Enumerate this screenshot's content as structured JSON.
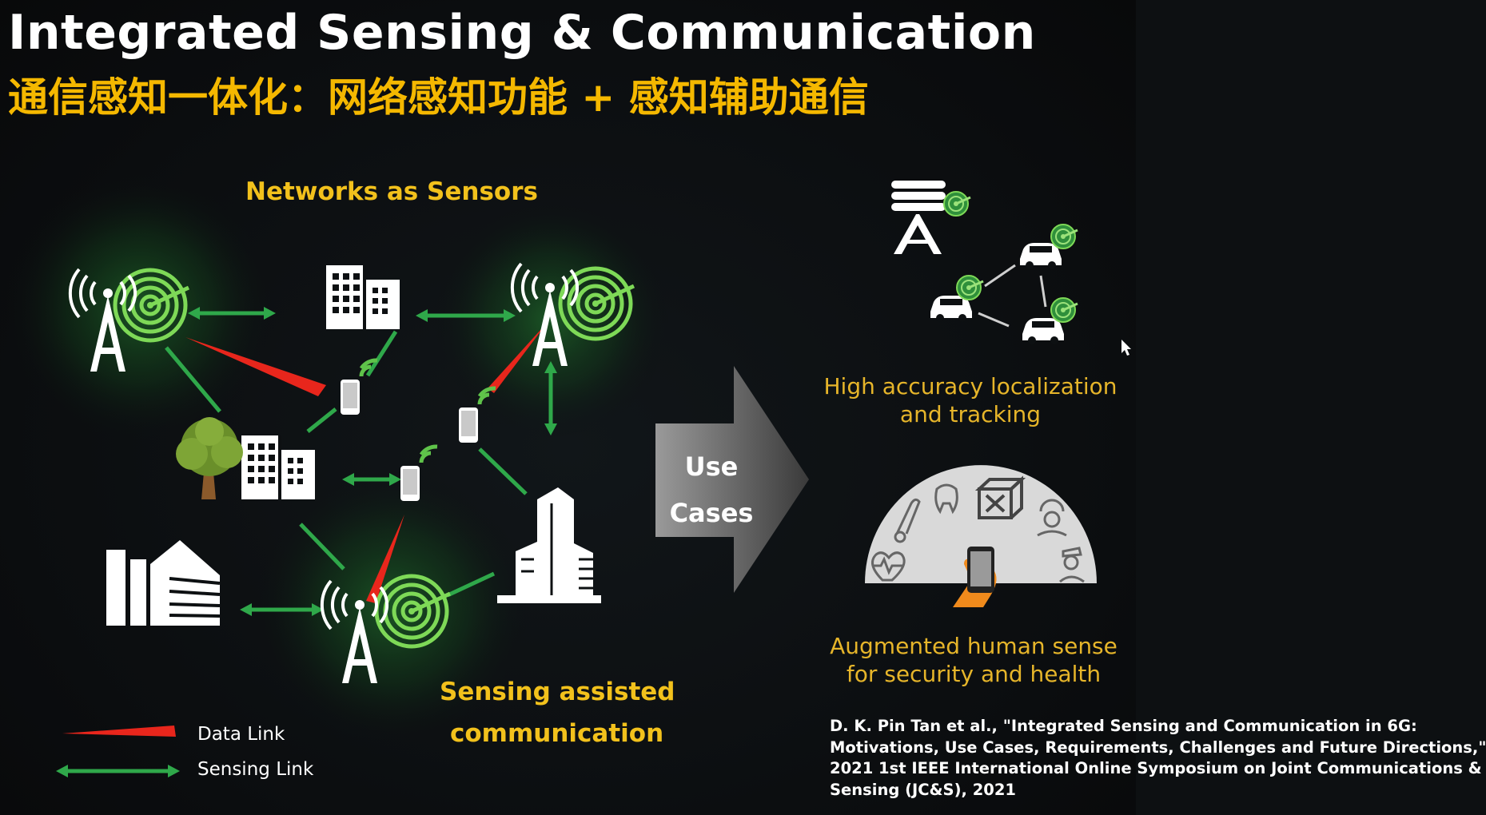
{
  "slide": {
    "title": "Integrated Sensing & Communication",
    "subtitle": "通信感知一体化：网络感知功能 + 感知辅助通信"
  },
  "diagram": {
    "networks_label": "Networks as Sensors",
    "sensing_assisted_line1": "Sensing assisted",
    "sensing_assisted_line2": "communication",
    "legend": {
      "data_link": "Data Link",
      "sensing_link": "Sensing Link"
    },
    "colors": {
      "data_link": "#e8261c",
      "sensing_link": "#2fa84a",
      "radar": "#7ed957",
      "accent_yellow": "#f2c11c"
    }
  },
  "arrow": {
    "line1": "Use",
    "line2": "Cases"
  },
  "use_cases": {
    "localization_line1": "High accuracy localization",
    "localization_line2": "and tracking",
    "augmented_line1": "Augmented human sense",
    "augmented_line2": "for security and health"
  },
  "reference": {
    "line1": "D. K. Pin Tan et al., \"Integrated Sensing and Communication in 6G:",
    "line2": "Motivations, Use Cases, Requirements, Challenges and Future Directions,\"",
    "line3": "2021 1st IEEE International Online Symposium on Joint Communications &",
    "line4": "Sensing (JC&S), 2021"
  }
}
